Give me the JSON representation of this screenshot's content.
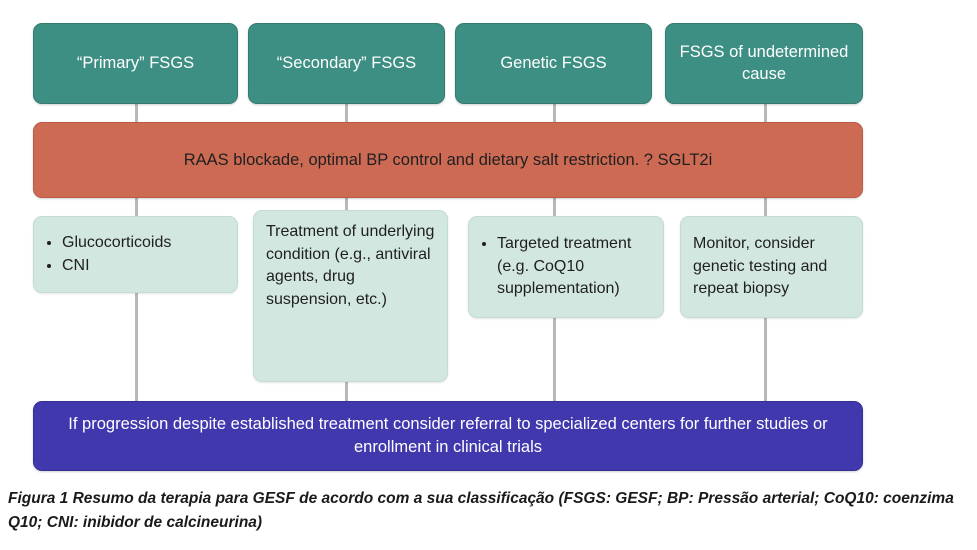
{
  "figure": {
    "categories": [
      {
        "label": "“Primary” FSGS"
      },
      {
        "label": "“Secondary” FSGS"
      },
      {
        "label": "Genetic FSGS"
      },
      {
        "label": "FSGS of undetermined cause"
      }
    ],
    "general_measures": "RAAS blockade, optimal BP control and dietary salt restriction. ? SGLT2i",
    "treatments": [
      {
        "style": "bullets",
        "items": [
          "Glucocorticoids",
          "CNI"
        ]
      },
      {
        "style": "paragraph",
        "text": "Treatment of underlying condition (e.g., antiviral agents, drug suspension, etc.)"
      },
      {
        "style": "bullets",
        "items": [
          "Targeted treatment (e.g. CoQ10 supplementation)"
        ]
      },
      {
        "style": "paragraph",
        "text": "Monitor, consider genetic testing and repeat biopsy"
      }
    ],
    "escalation": "If progression despite established treatment consider referral to specialized centers for further studies or enrollment in clinical trials",
    "caption": "Figura 1 Resumo da terapia para GESF de acordo com a sua classificação (FSGS: GESF; BP: Pressão arterial; CoQ10: coenzima Q10; CNI: inibidor de calcineurina)"
  },
  "colors": {
    "category_box": "#3E8F83",
    "general_banner": "#CC6A54",
    "treatment_box": "#D3E7E1",
    "escalation_banner": "#4138AE",
    "connector_line": "#B8B8B8",
    "page_background": "#FFFFFF"
  }
}
